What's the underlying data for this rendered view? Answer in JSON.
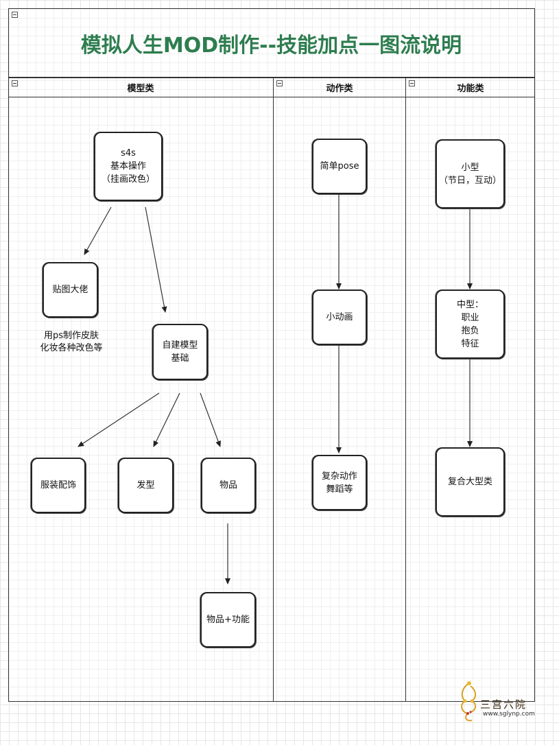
{
  "title": "模拟人生MOD制作--技能加点一图流说明",
  "title_color": "#2e7d4f",
  "lanes": [
    {
      "label": "模型类"
    },
    {
      "label": "动作类"
    },
    {
      "label": "功能类"
    }
  ],
  "nodes": {
    "s4s": "s4s\n基本操作\n（挂画改色）",
    "texture": "贴图大佬",
    "texture_note": "用ps制作皮肤\n化妆各种改色等",
    "self_model": "自建模型\n基础",
    "clothing": "服装配饰",
    "hair": "发型",
    "object": "物品",
    "object_func": "物品+功能",
    "simple_pose": "简单pose",
    "small_anim": "小动画",
    "complex_anim": "复杂动作\n舞蹈等",
    "small_func": "小型\n（节日，互动）",
    "medium_func": "中型：\n职业\n抱负\n特征",
    "large_func": "复合大型类"
  },
  "watermark": {
    "text": "三宫六院",
    "url": "www.sglynp.com"
  }
}
